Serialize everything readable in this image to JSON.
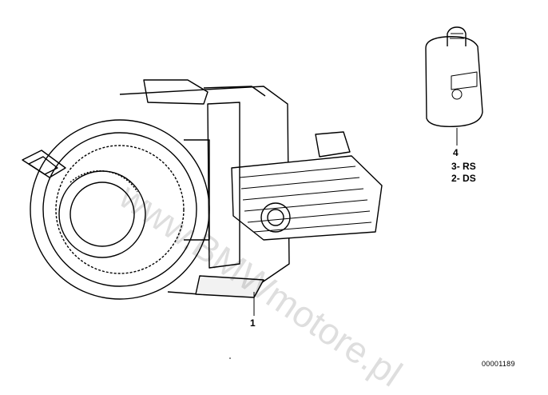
{
  "diagram": {
    "callouts": [
      {
        "id": "engine",
        "text": "1"
      },
      {
        "id": "oil",
        "text": "4"
      }
    ],
    "variants": [
      {
        "qty": "3",
        "sep": "-",
        "code": "RS"
      },
      {
        "qty": "2",
        "sep": "-",
        "code": "DS"
      }
    ],
    "drawing_number": "00001189",
    "watermark": "www.BMWmotore.pl"
  },
  "colors": {
    "line": "#000000",
    "background": "#ffffff"
  }
}
